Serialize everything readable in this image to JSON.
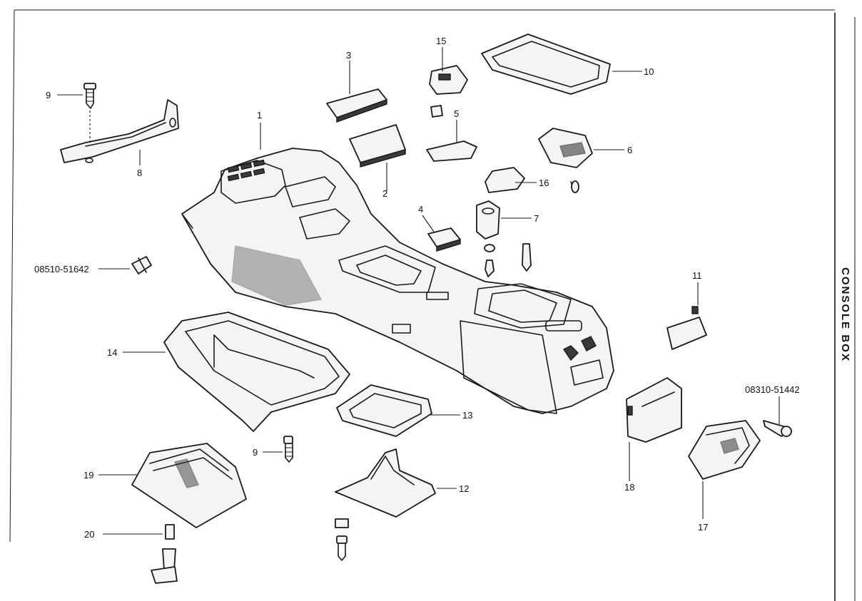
{
  "sidebar_title": "CONSOLE BOX",
  "callouts": {
    "c1": "1",
    "c2": "2",
    "c3": "3",
    "c4": "4",
    "c5": "5",
    "c6": "6",
    "c7": "7",
    "c8": "8",
    "c9a": "9",
    "c9b": "9",
    "c10": "10",
    "c11": "11",
    "c12": "12",
    "c13": "13",
    "c14": "14",
    "c15": "15",
    "c16": "16",
    "c17": "17",
    "c18": "18",
    "c19": "19",
    "c20": "20",
    "screw_a": "08510-51642",
    "screw_b": "08310-51442"
  }
}
